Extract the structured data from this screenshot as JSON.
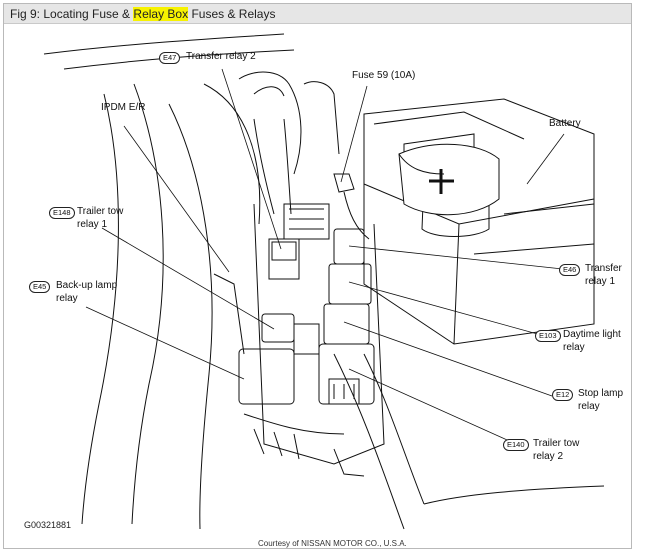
{
  "header": {
    "title_prefix": "Fig 9: Locating Fuse & ",
    "title_highlight": "Relay Box",
    "title_suffix": " Fuses & Relays"
  },
  "callouts": {
    "e47_code": "E47",
    "e47_label": "Transfer relay 2",
    "fuse59_label": "Fuse 59 (10A)",
    "ipdm_label": "IPDM E/R",
    "battery_label": "Battery",
    "e148_code": "E148",
    "e148_line1": "Trailer tow",
    "e148_line2": "relay  1",
    "e45_code": "E45",
    "e45_line1": "Back-up lamp",
    "e45_line2": "relay",
    "e46_code": "E46",
    "e46_line1": "Transfer",
    "e46_line2": "relay 1",
    "e103_code": "E103",
    "e103_line1": "Daytime light",
    "e103_line2": "relay",
    "e12_code": "E12",
    "e12_line1": "Stop lamp",
    "e12_line2": "relay",
    "e140_code": "E140",
    "e140_line1": "Trailer tow",
    "e140_line2": "relay  2"
  },
  "footer": {
    "figure_id": "G00321881",
    "courtesy": "Courtesy of NISSAN MOTOR CO., U.S.A."
  }
}
